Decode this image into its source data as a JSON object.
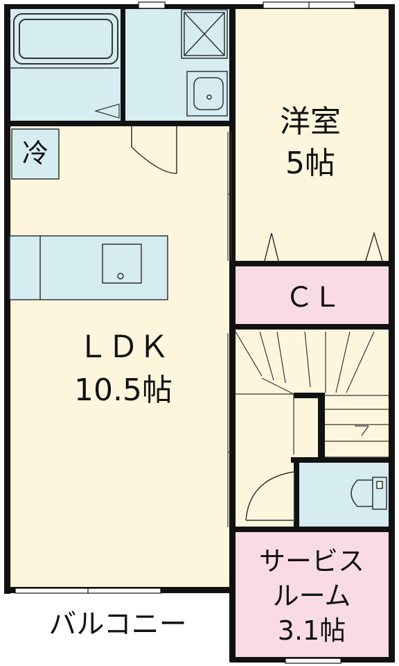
{
  "rooms": {
    "western_room": {
      "name": "洋室",
      "size": "5帖"
    },
    "closet": {
      "name": "ＣＬ"
    },
    "ldk": {
      "name": "ＬＤＫ",
      "size": "10.5帖"
    },
    "service_room": {
      "line1": "サービス",
      "line2": "ルーム",
      "size": "3.1帖"
    },
    "balcony": {
      "name": "バルコニー"
    },
    "refrigerator": {
      "label": "冷"
    }
  },
  "colors": {
    "wall": "#111111",
    "living_floor": "#fdf6dd",
    "wet_area": "#d5ecf1",
    "closet_fill": "#f9dbe3",
    "balcony": "#ffffff"
  },
  "icons": [
    "bathtub-icon",
    "washer-pan-icon",
    "washbasin-icon",
    "sink-icon",
    "toilet-icon",
    "stairs-icon",
    "door-swing-icon",
    "window-icon"
  ]
}
